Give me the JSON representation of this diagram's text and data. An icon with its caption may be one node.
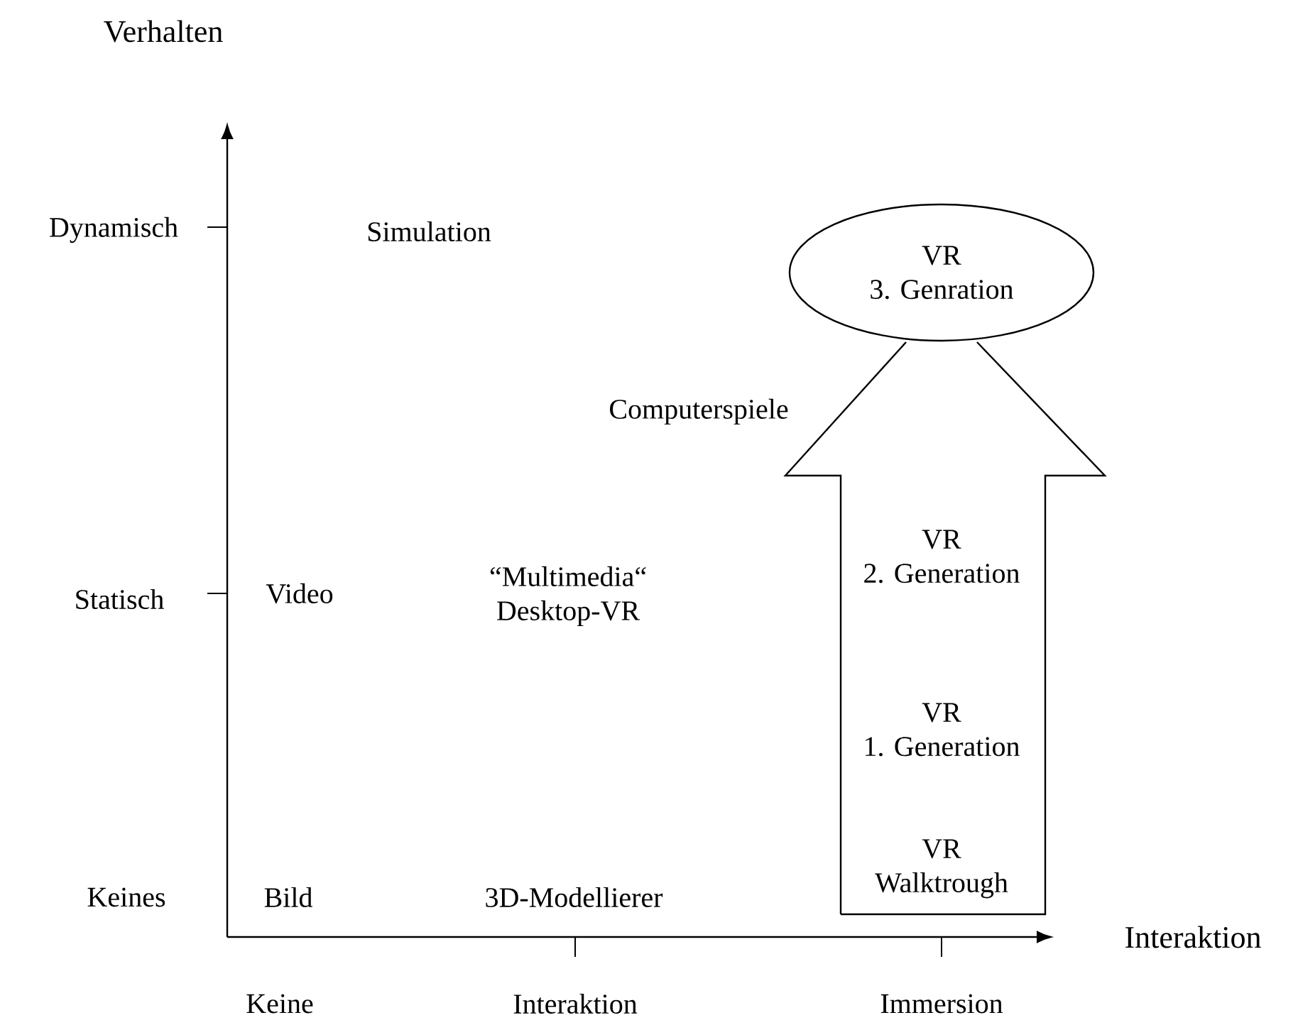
{
  "diagram": {
    "nodes": [
      {
        "text": [
          "VR 3. Genration"
        ]
      },
      {
        "text": [
          "VR 2. Generation",
          "VR 1. Generation",
          "VR Walktrough"
        ]
      }
    ],
    "labels": [
      "Verhalten",
      "Dynamisch",
      "Simulation",
      "Computerspiele",
      "Statisch",
      "Video",
      "“Multimedia“ Desktop-VR",
      "Keines",
      "Bild",
      "3D-Modellierer",
      "Interaktion",
      "Keine",
      "Interaktion",
      "Immersion"
    ]
  }
}
